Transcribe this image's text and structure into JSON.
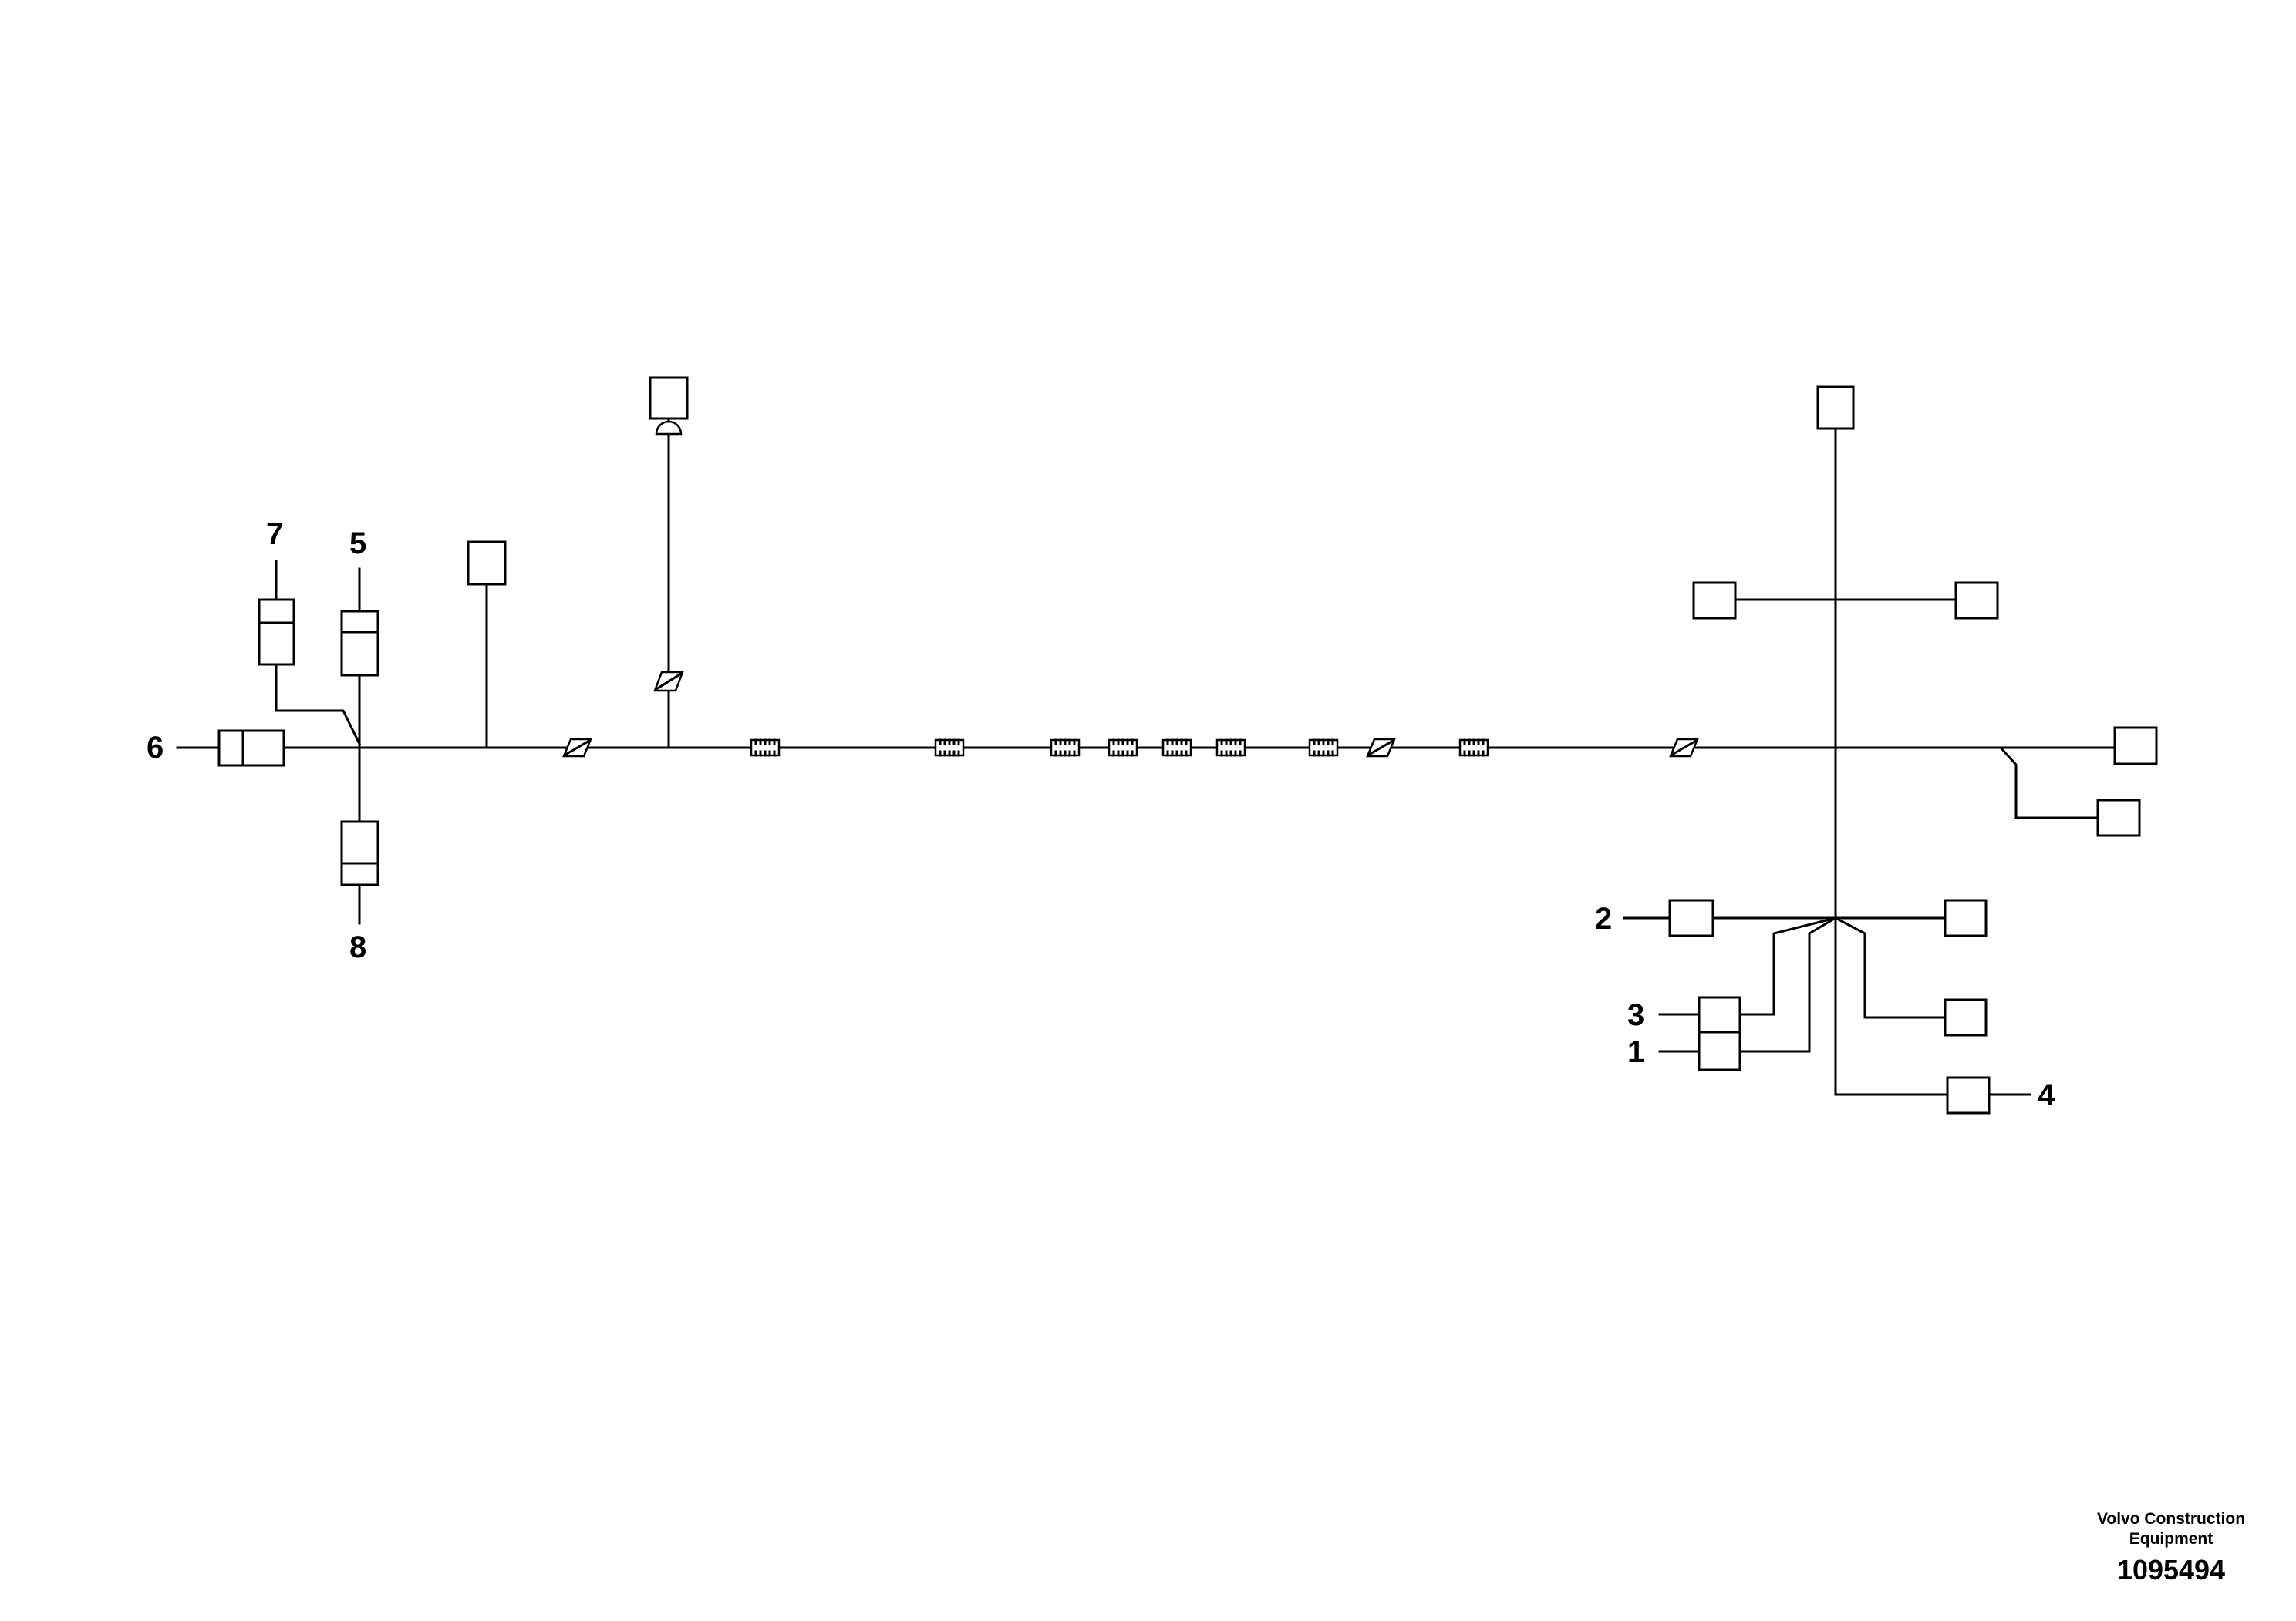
{
  "callouts": [
    {
      "id": "1",
      "text": "1"
    },
    {
      "id": "2",
      "text": "2"
    },
    {
      "id": "3",
      "text": "3"
    },
    {
      "id": "4",
      "text": "4"
    },
    {
      "id": "5",
      "text": "5"
    },
    {
      "id": "6",
      "text": "6"
    },
    {
      "id": "7",
      "text": "7"
    },
    {
      "id": "8",
      "text": "8"
    }
  ],
  "credit": {
    "line1": "Volvo Construction",
    "line2": "Equipment",
    "number": "1095494"
  }
}
